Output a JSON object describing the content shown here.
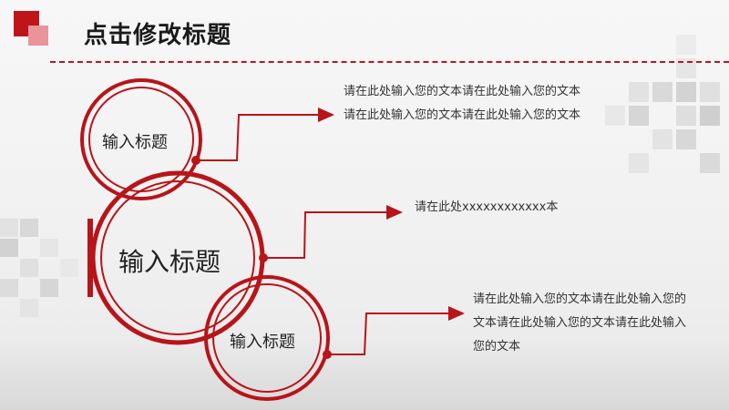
{
  "slide": {
    "title": "点击修改标题",
    "accent_color": "#c0141b",
    "nodes": [
      {
        "label": "输入标题",
        "text": "请在此处输入您的文本请在此处输入您的文本请在此处输入您的文本请在此处输入您的文本"
      },
      {
        "label": "输入标题",
        "text": "请在此处xxxxxxxxxxxx本"
      },
      {
        "label": "输入标题",
        "text": "请在此处输入您的文本请在此处输入您的文本请在此处输入您的文本请在此处输入您的文本"
      }
    ]
  }
}
